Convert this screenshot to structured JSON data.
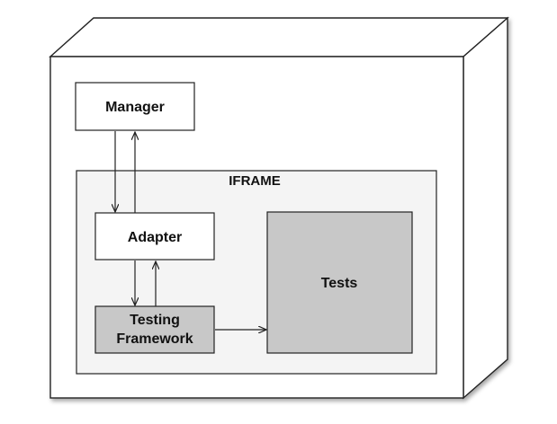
{
  "diagram": {
    "nodes": {
      "manager": {
        "label": "Manager"
      },
      "iframe": {
        "label": "IFRAME"
      },
      "adapter": {
        "label": "Adapter"
      },
      "testing_framework": {
        "label_line1": "Testing",
        "label_line2": "Framework"
      },
      "tests": {
        "label": "Tests"
      }
    },
    "edges": [
      {
        "from": "manager",
        "to": "adapter"
      },
      {
        "from": "adapter",
        "to": "manager"
      },
      {
        "from": "adapter",
        "to": "testing_framework"
      },
      {
        "from": "testing_framework",
        "to": "adapter"
      },
      {
        "from": "testing_framework",
        "to": "tests"
      }
    ],
    "colors": {
      "outline": "#222222",
      "box_fill": "#ffffff",
      "iframe_fill": "#f4f4f4",
      "gray_fill": "#c8c8c8"
    }
  }
}
